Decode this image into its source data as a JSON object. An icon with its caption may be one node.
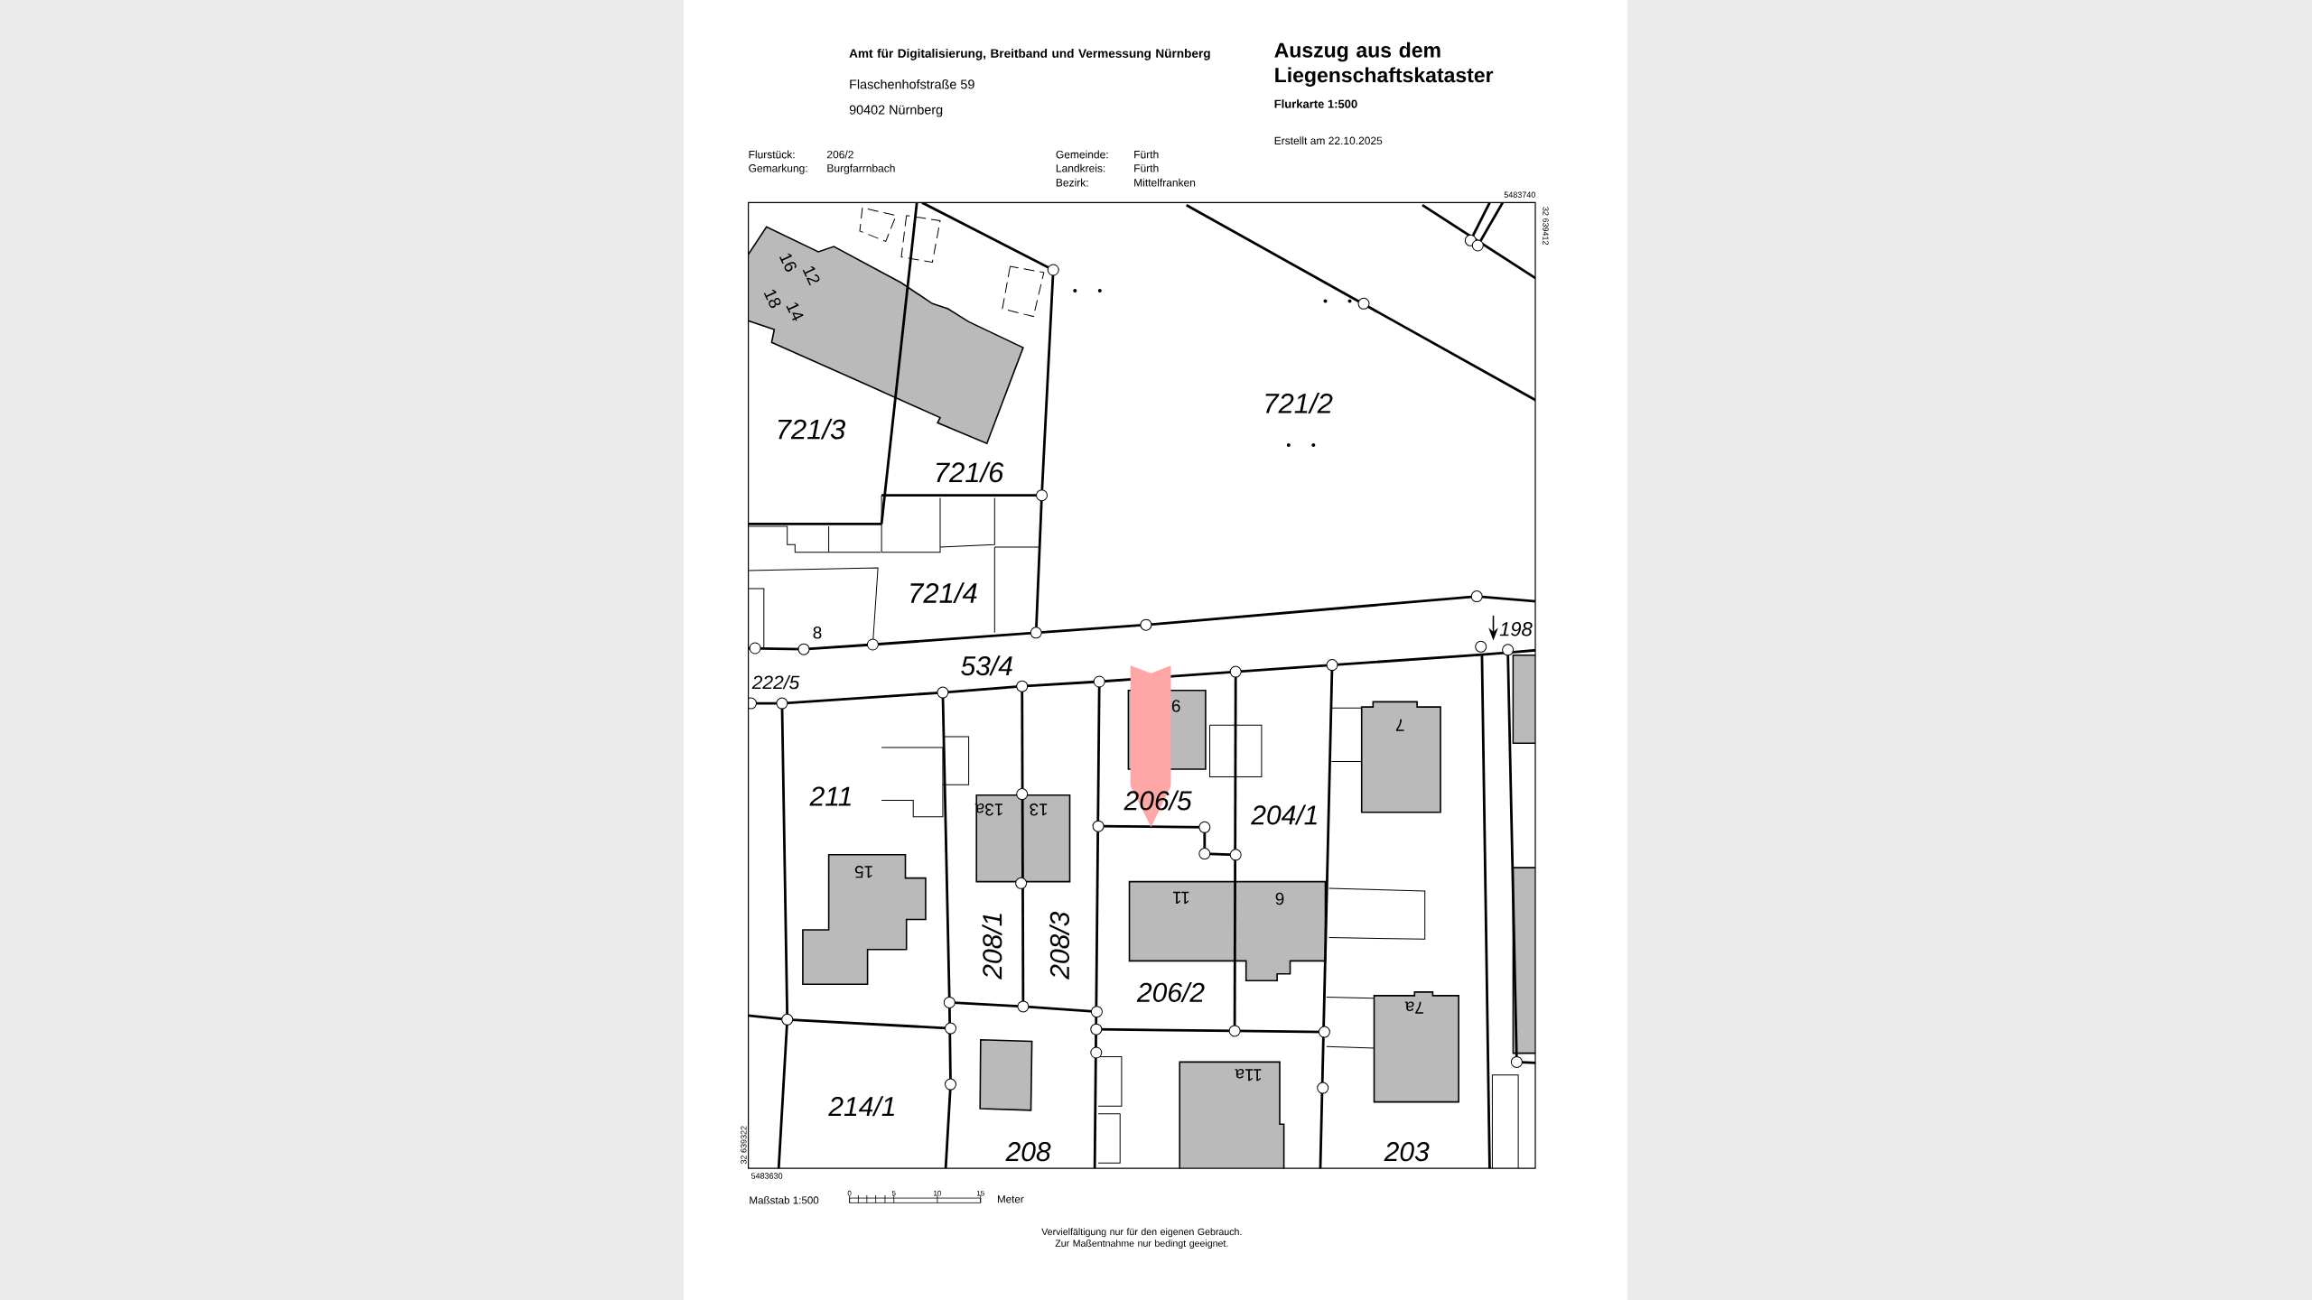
{
  "diagram": {
    "title": "Auszug aus dem Liegenschaftskataster",
    "labels": [
      "Amt für Digitalisierung, Breitband und Vermessung Nürnberg",
      "Flaschenhofstraße 59",
      "90402 Nürnberg",
      "Flurkarte 1:500",
      "Erstellt am 22.10.2025",
      "Flurstück:",
      "206/2",
      "Gemarkung:",
      "Burgfarrnbach",
      "Gemeinde:",
      "Fürth",
      "Landkreis:",
      "Fürth",
      "Bezirk:",
      "Mittelfranken",
      "5483740",
      "32 639412",
      "12",
      "16",
      "14",
      "18",
      "721/3",
      "721/2",
      "721/6",
      "721/4",
      "8",
      "198",
      "222/5",
      "53/4",
      "6",
      "7",
      "211",
      "13a",
      "13",
      "206/5",
      "204/1",
      "15",
      "11",
      "9",
      "208/1",
      "208/3",
      "206/2",
      "7a",
      "11a",
      "214/1",
      "208",
      "203",
      "32 639322",
      "5483630",
      "Maßstab 1:500",
      "0",
      "5",
      "10",
      "15",
      "Meter",
      "Vervielfältigung nur für den eigenen Gebrauch. Zur Maßentnahme nur bedingt geeignet."
    ]
  }
}
